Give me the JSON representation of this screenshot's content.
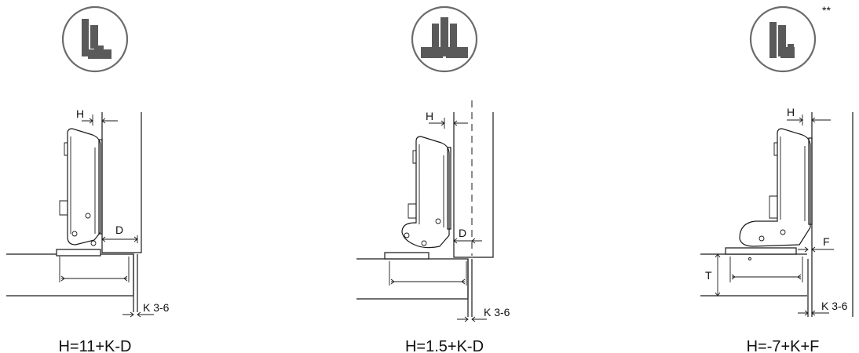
{
  "panels": [
    {
      "id": "full-overlay",
      "dim_top": "H",
      "dim_side": "D",
      "dim_bottom": "K 3-6",
      "formula": "H=11+K-D",
      "note": ""
    },
    {
      "id": "half-overlay",
      "dim_top": "H",
      "dim_side": "D",
      "dim_bottom": "K 3-6",
      "formula": "H=1.5+K-D",
      "note": ""
    },
    {
      "id": "inset",
      "dim_top": "H",
      "dim_side": "F",
      "dim_left": "T",
      "dim_bottom": "K 3-6",
      "formula": "H=-7+K+F",
      "note": "**"
    }
  ],
  "colors": {
    "icon_gray": "#5a5a5a",
    "ring_gray": "#6b6b6b",
    "line": "#1a1a1a"
  }
}
